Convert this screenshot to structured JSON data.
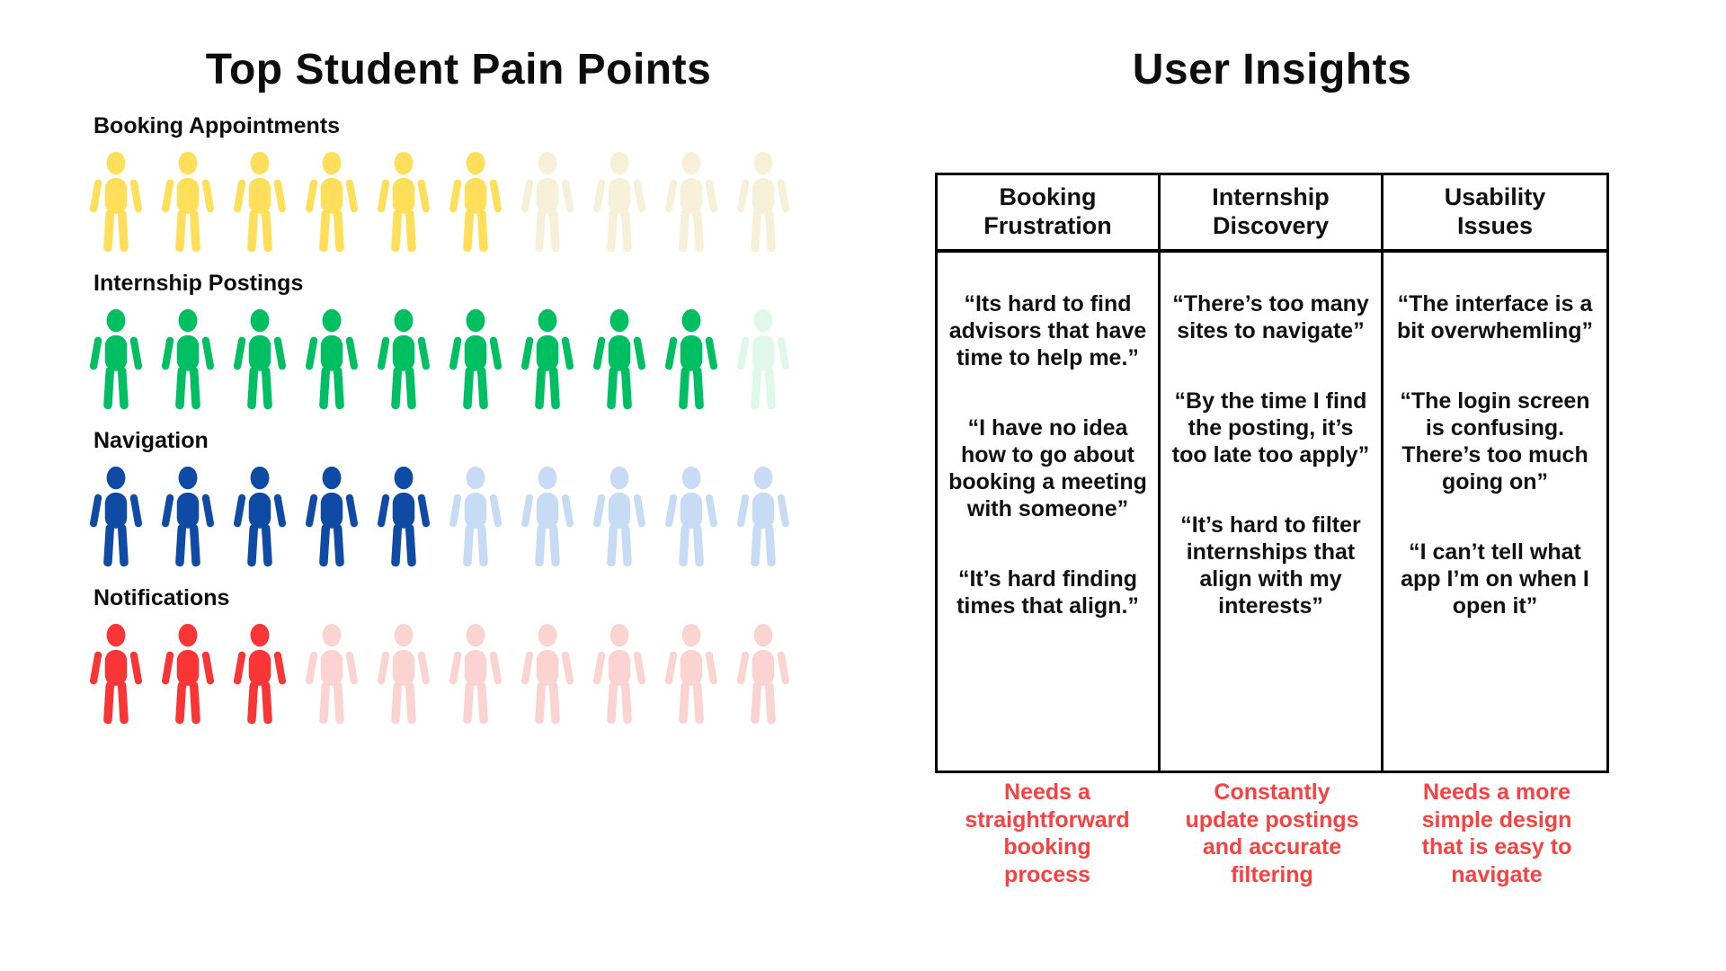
{
  "left_panel": {
    "title": "Top Student Pain Points",
    "rows": [
      {
        "label": "Booking Appointments",
        "filled": 6,
        "total": 10,
        "color": "#FFDE59",
        "faded_color": "#F6F0D8"
      },
      {
        "label": "Internship Postings",
        "filled": 9,
        "total": 10,
        "color": "#00BF63",
        "faded_color": "#DFF8EA"
      },
      {
        "label": "Navigation",
        "filled": 5,
        "total": 10,
        "color": "#0F4AA5",
        "faded_color": "#C8DBF4"
      },
      {
        "label": "Notifications",
        "filled": 3,
        "total": 10,
        "color": "#FA3535",
        "faded_color": "#FBD3D1"
      }
    ]
  },
  "right_panel": {
    "title": "User Insights",
    "summary_color": "#FA4141",
    "table": {
      "columns": [
        {
          "header": "Booking Frustration",
          "quotes": [
            "“Its hard to find advisors that have time to help me.”",
            "“I have no idea how to go about booking a meeting with someone”",
            "“It’s hard finding times that align.”"
          ],
          "summary": "Needs a straightforward booking process"
        },
        {
          "header": "Internship Discovery",
          "quotes": [
            "“There’s too many sites to navigate”",
            "“By the time I find the posting, it’s too late too apply”",
            "“It’s hard to filter internships that align with my interests”"
          ],
          "summary": "Constantly update postings and accurate filtering"
        },
        {
          "header": "Usability Issues",
          "quotes": [
            "“The interface is a bit overwhemling”",
            "“The login screen is confusing. There’s too much going on”",
            "“I can’t tell what app I’m on when I open it”"
          ],
          "summary": "Needs a more simple design that is easy to navigate"
        }
      ]
    }
  },
  "chart_data": [
    {
      "type": "bar",
      "style": "pictograph (person icons, filled vs faded out of 10)",
      "title": "Top Student Pain Points",
      "categories": [
        "Booking Appointments",
        "Internship Postings",
        "Navigation",
        "Notifications"
      ],
      "values": [
        6,
        9,
        5,
        3
      ],
      "icons_per_row": 10,
      "colors": [
        "#FFDE59",
        "#00BF63",
        "#0F4AA5",
        "#FA3535"
      ],
      "xlabel": "",
      "ylabel": "",
      "legend": "none",
      "grid": false
    },
    {
      "type": "table",
      "title": "User Insights",
      "columns": [
        "Booking Frustration",
        "Internship Discovery",
        "Usability Issues"
      ],
      "rows": [
        [
          "“Its hard to find advisors that have time to help me.”",
          "“There’s too many sites to navigate”",
          "“The interface is a bit overwhemling”"
        ],
        [
          "“I have no idea how to go about booking a meeting with someone”",
          "“By the time I find the posting, it’s too late too apply”",
          "“The login screen is confusing. There’s too much going on”"
        ],
        [
          "“It’s hard finding times that align.”",
          "“It’s hard to filter internships that align with my interests”",
          "“I can’t tell what app I’m on when I open it”"
        ]
      ],
      "footer": [
        "Needs a straightforward booking process",
        "Constantly update postings and accurate filtering",
        "Needs a more simple design that is easy to navigate"
      ],
      "footer_color": "#FA4141"
    }
  ]
}
